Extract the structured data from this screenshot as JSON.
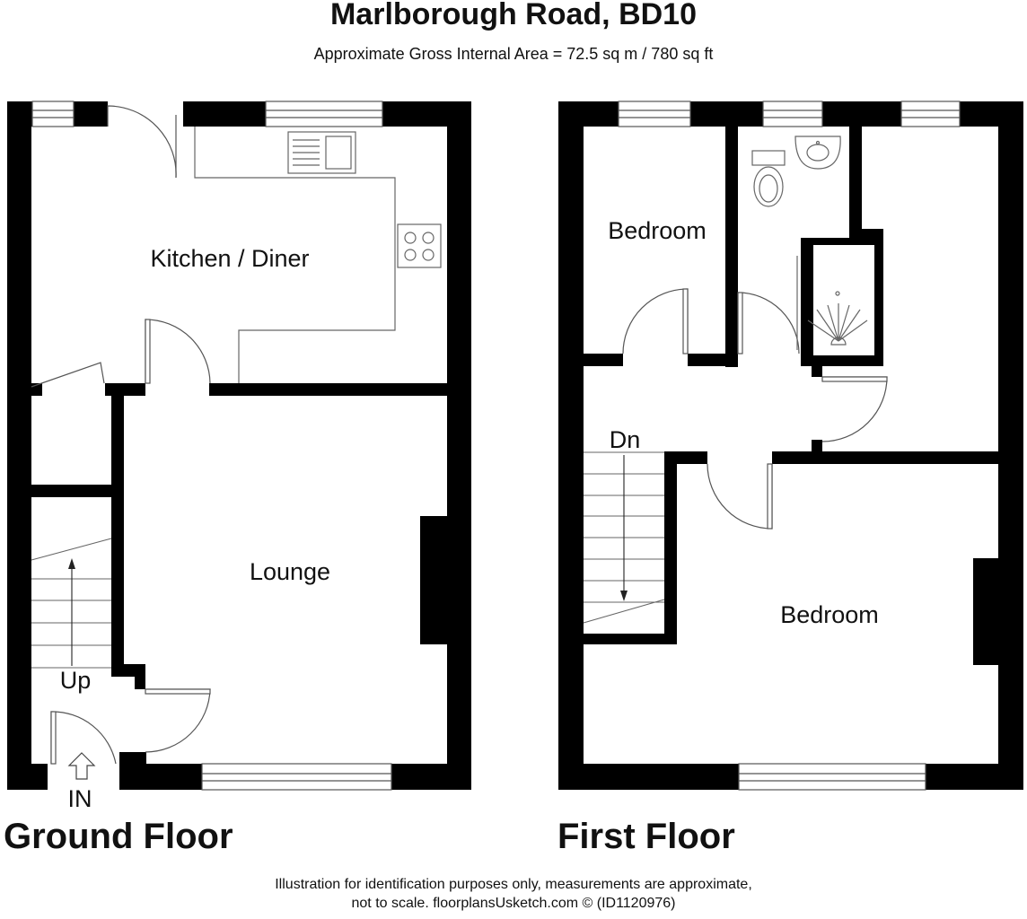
{
  "header": {
    "title": "Marlborough Road, BD10",
    "subtitle": "Approximate Gross Internal Area = 72.5 sq m / 780 sq ft"
  },
  "ground_floor": {
    "label": "Ground Floor",
    "rooms": {
      "kitchen": "Kitchen / Diner",
      "lounge": "Lounge"
    },
    "stairs_label": "Up",
    "entrance_label": "IN"
  },
  "first_floor": {
    "label": "First Floor",
    "rooms": {
      "bedroom_small": "Bedroom",
      "bedroom_large": "Bedroom"
    },
    "stairs_label": "Dn"
  },
  "footer": {
    "line1": "Illustration for identification purposes only, measurements are approximate,",
    "line2": "not to scale. floorplansUsketch.com © (ID1120976)"
  },
  "colors": {
    "wall": "#000000",
    "background": "#ffffff",
    "line": "#555555"
  }
}
